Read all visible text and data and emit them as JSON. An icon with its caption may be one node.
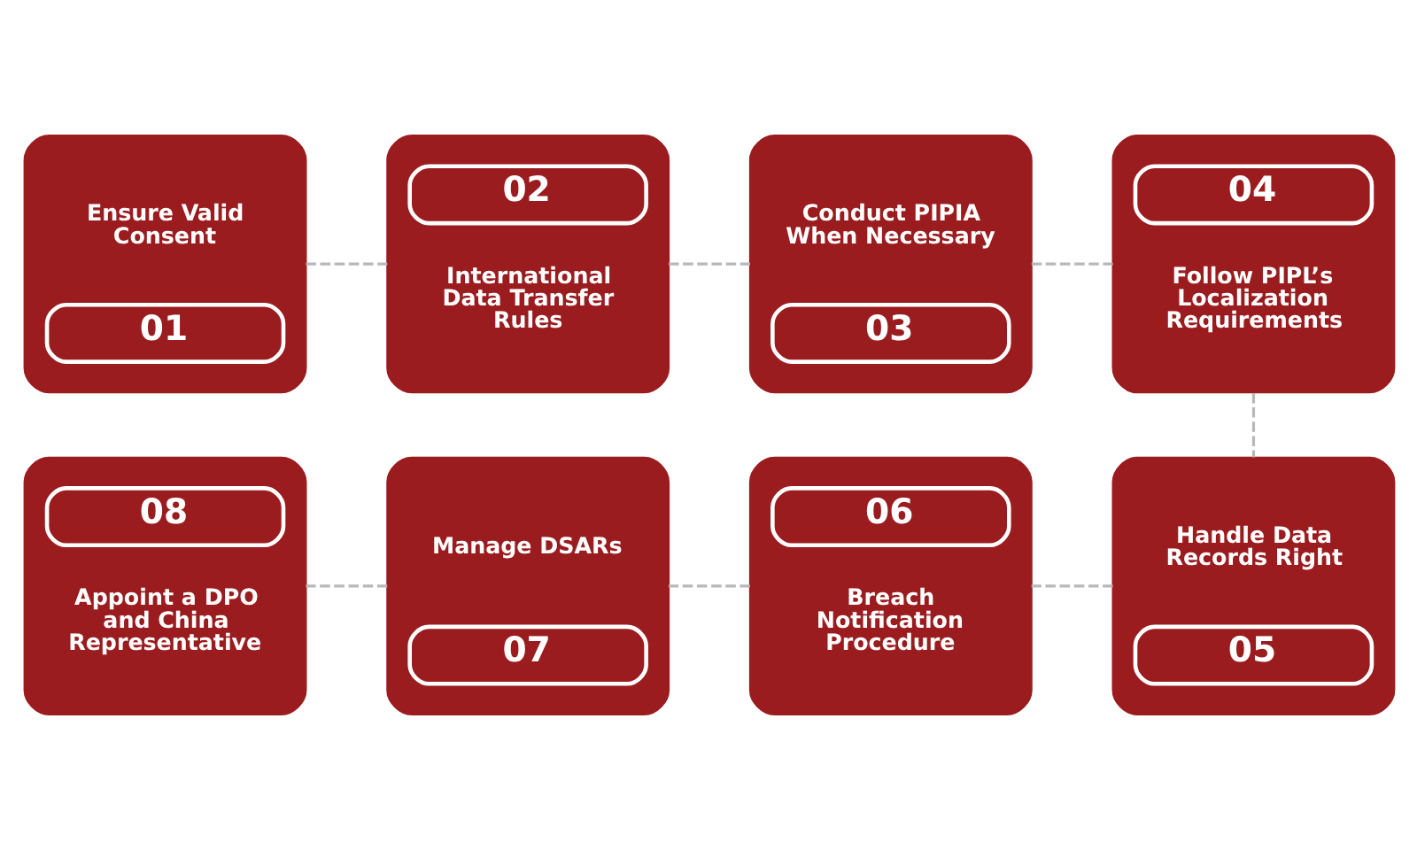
{
  "diagram": {
    "nodes": [
      {
        "text": [
          "Ensure Valid Consent",
          "01"
        ]
      },
      {
        "text": [
          "02",
          "International Data Transfer Rules"
        ]
      },
      {
        "text": [
          "Conduct PIPIA When Necessary",
          "03"
        ]
      },
      {
        "text": [
          "04",
          "Follow PIPL’s Localization Requirements"
        ]
      },
      {
        "text": [
          "Handle Data Records Right",
          "05"
        ]
      },
      {
        "text": [
          "06",
          "Breach Notification Procedure"
        ]
      },
      {
        "text": [
          "Manage DSARs",
          "07"
        ]
      },
      {
        "text": [
          "08",
          "Appoint a DPO and China Representative"
        ]
      }
    ],
    "edges": [
      {
        "from": 0,
        "to": 1,
        "arrow": "none",
        "style": "dashed"
      },
      {
        "from": 1,
        "to": 2,
        "arrow": "none",
        "style": "dashed"
      },
      {
        "from": 2,
        "to": 3,
        "arrow": "none",
        "style": "dashed"
      },
      {
        "from": 3,
        "to": 4,
        "arrow": "none",
        "style": "dashed"
      },
      {
        "from": 4,
        "to": 5,
        "arrow": "none",
        "style": "dashed"
      },
      {
        "from": 5,
        "to": 6,
        "arrow": "none",
        "style": "dashed"
      },
      {
        "from": 6,
        "to": 7,
        "arrow": "none",
        "style": "dashed"
      }
    ]
  }
}
